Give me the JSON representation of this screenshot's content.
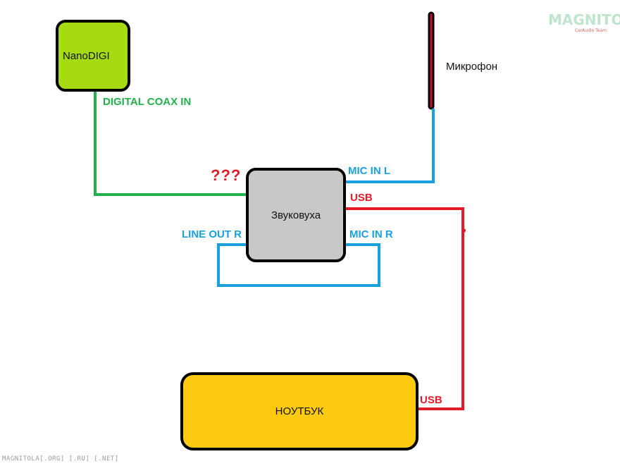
{
  "devices": {
    "nanodigi": "NanoDIGI",
    "soundcard": "Звуковуха",
    "laptop": "НОУТБУК",
    "microphone": "Микрофон"
  },
  "labels": {
    "digital_coax_in": "DIGITAL COAX IN",
    "unknown_input": "???",
    "mic_in_l": "MIC IN L",
    "usb_soundcard": "USB",
    "line_out_r": "LINE OUT R",
    "mic_in_r": "MIC IN R",
    "usb_laptop": "USB"
  },
  "watermark": {
    "footer": "MAGNITOLA[.ORG] [.RU] [.NET]",
    "logo": "MAGNITOLA",
    "logo_sub": "CarAudio Team"
  },
  "colors": {
    "green_wire": "#22b14c",
    "blue_wire": "#1aa0e0",
    "red_wire": "#e21b2a",
    "nanodigi_fill": "#a6db12",
    "soundcard_fill": "#c8c8c8",
    "laptop_fill": "#fdca10"
  }
}
